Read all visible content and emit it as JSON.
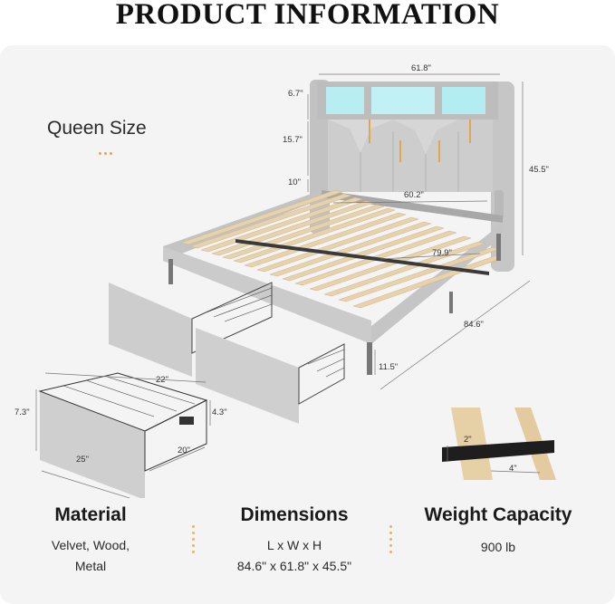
{
  "header": {
    "title": "PRODUCT INFORMATION"
  },
  "size": {
    "label": "Queen Size"
  },
  "bed_dims": {
    "headboard_width": "61.8\"",
    "shelf_height": "6.7\"",
    "headboard_panel": "15.7\"",
    "frame_to_panel": "10\"",
    "total_height": "45.5\"",
    "inner_width": "60.2\"",
    "inner_length": "79.9\"",
    "total_length": "84.6\"",
    "leg_height": "11.5\""
  },
  "drawer_dims": {
    "depth": "22\"",
    "height": "7.3\"",
    "basket_height": "4.3\"",
    "length": "25\"",
    "width": "20\""
  },
  "slat_dims": {
    "thickness": "2\"",
    "width": "4\""
  },
  "specs": {
    "material": {
      "title": "Material",
      "lines": [
        "Velvet, Wood,",
        "Metal"
      ]
    },
    "dimensions": {
      "title": "Dimensions",
      "lines": [
        "L x W x H",
        "84.6\" x 61.8\" x 45.5\""
      ]
    },
    "capacity": {
      "title": "Weight Capacity",
      "lines": [
        "900 lb"
      ]
    }
  },
  "colors": {
    "accent": "#e2a64e",
    "upholstery": "#c9c9c9",
    "wood": "#e7d2ac",
    "led": "#a8e8ee"
  }
}
